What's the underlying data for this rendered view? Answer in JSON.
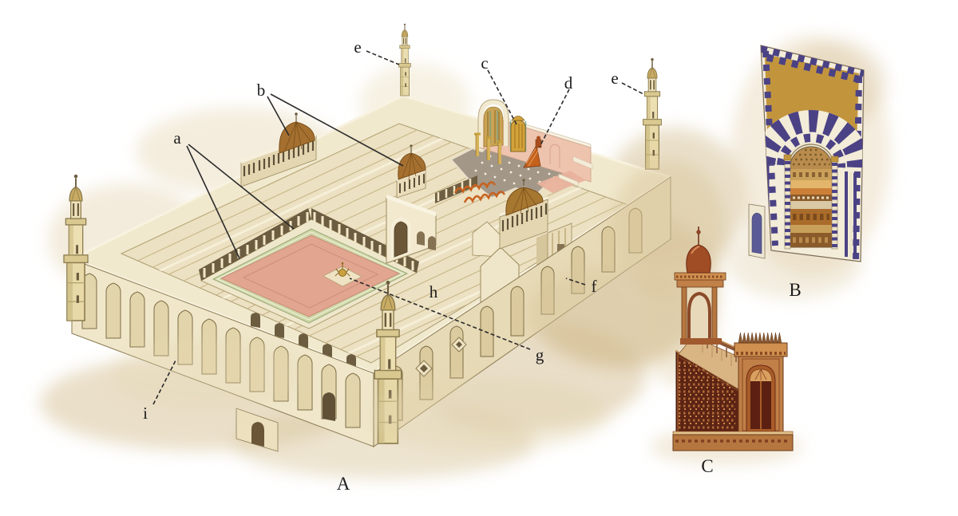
{
  "figure": {
    "background": "#ffffff",
    "subject": "Annotated cutaway illustration of a courtyard congregational mosque (A) with mihrab detail (B) and minbar detail (C)",
    "callouts": {
      "a": "a",
      "b": "b",
      "c": "c",
      "d": "d",
      "e1": "e",
      "e2": "e",
      "f": "f",
      "g": "g",
      "h": "h",
      "i": "i"
    },
    "panel_captions": {
      "A": "A",
      "B": "B",
      "C": "C"
    },
    "palette": {
      "stone_cream": "#f1e9ce",
      "stone_shade": "#e3d5ab",
      "wash_tan": "#d9c59c",
      "dome_brown": "#a5702f",
      "courtyard_pink": "#e2a58f",
      "courtyard_green": "#cfd7a6",
      "qibla_wall_pink": "#eec4ae",
      "mihrab_gold": "#d3a33c",
      "figure_orange": "#c7611e",
      "tile_indigo": "#4b4285",
      "tile_gold": "#c2953d",
      "minbar_wood": "#bf7a42",
      "minbar_lattice": "#5c2414",
      "label_ink": "#1c1c1c"
    }
  }
}
